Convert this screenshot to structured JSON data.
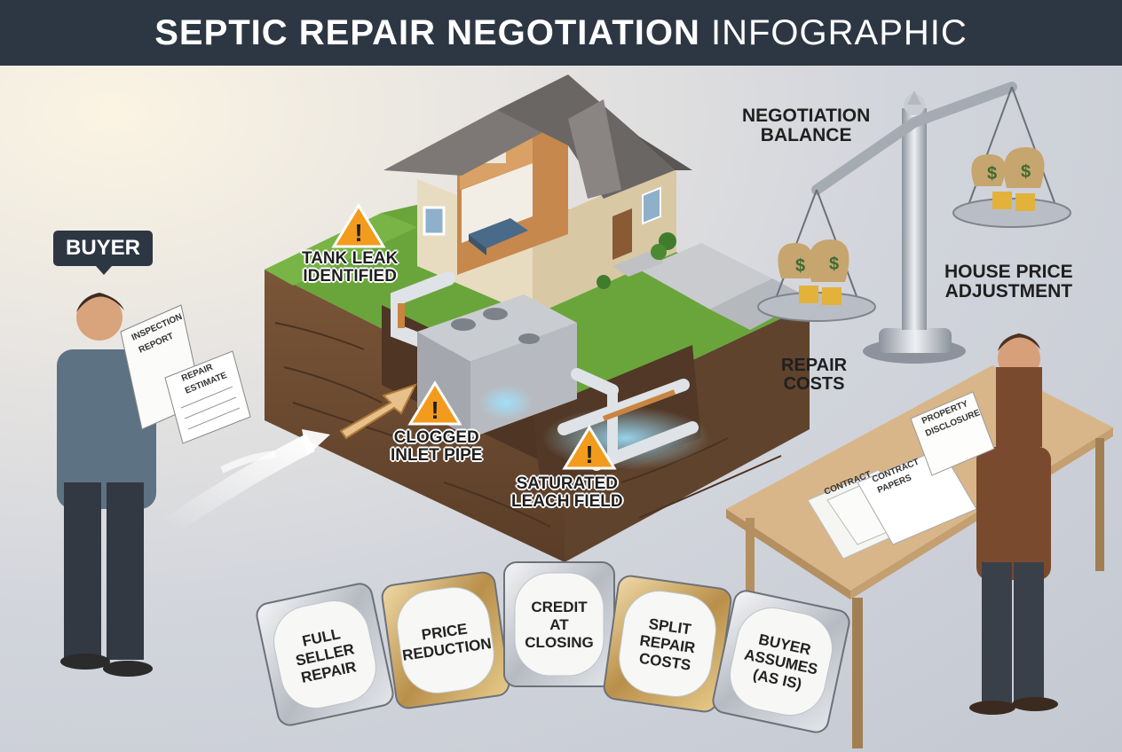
{
  "banner": {
    "title_bold": "SEPTIC REPAIR NEGOTIATION",
    "title_light": "INFOGRAPHIC"
  },
  "buyer": {
    "tag": "BUYER",
    "doc1": [
      "INSPECTION",
      "REPORT"
    ],
    "doc2": [
      "REPAIR",
      "ESTIMATE"
    ]
  },
  "warnings": {
    "tank_leak": [
      "TANK LEAK",
      "IDENTIFIED"
    ],
    "inlet": [
      "CLOGGED",
      "INLET PIPE"
    ],
    "leach": [
      "SATURATED",
      "LEACH FIELD"
    ]
  },
  "balance": {
    "title": [
      "NEGOTIATION",
      "BALANCE"
    ],
    "left": [
      "REPAIR",
      "COSTS"
    ],
    "right": [
      "HOUSE PRICE",
      "ADJUSTMENT"
    ]
  },
  "seller_docs": {
    "property": [
      "PROPERTY",
      "DISCLOSURE"
    ],
    "contract": "CONTRACT",
    "papers": [
      "CONTRACT",
      "PAPERS"
    ]
  },
  "options": [
    {
      "lines": [
        "FULL",
        "SELLER",
        "REPAIR"
      ],
      "style": "silver"
    },
    {
      "lines": [
        "PRICE",
        "REDUCTION"
      ],
      "style": "gold"
    },
    {
      "lines": [
        "CREDIT",
        "AT",
        "CLOSING"
      ],
      "style": "silver"
    },
    {
      "lines": [
        "SPLIT",
        "REPAIR",
        "COSTS"
      ],
      "style": "gold"
    },
    {
      "lines": [
        "BUYER",
        "ASSUMES",
        "(AS IS)"
      ],
      "style": "silver"
    }
  ],
  "colors": {
    "banner": "#2d3743",
    "warning": "#f29b1d",
    "grass": "#6aa53c",
    "soil": "#6e4d34",
    "gold": "#c9a25a",
    "silver": "#b9bec6"
  }
}
